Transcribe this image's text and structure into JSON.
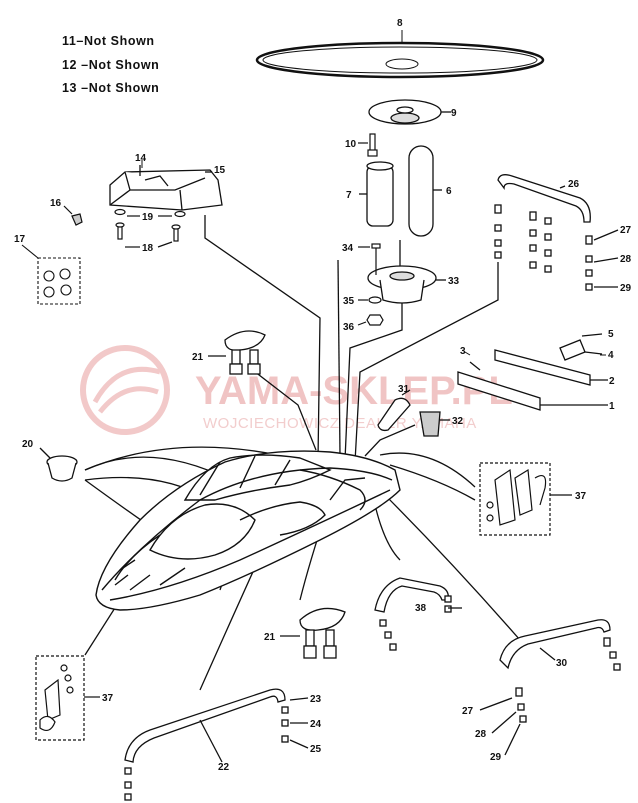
{
  "notes": [
    "11–Not Shown",
    "12 –Not Shown",
    "13 –Not Shown"
  ],
  "watermark": {
    "brand": "YAMA-SKLEP.PL",
    "subtitle": "WOJCIECHOWICZ DEALER YAMAHA"
  },
  "callouts": {
    "c1": "1",
    "c2": "2",
    "c3": "3",
    "c4": "4",
    "c5": "5",
    "c6": "6",
    "c7": "7",
    "c8": "8",
    "c9": "9",
    "c10": "10",
    "c14": "14",
    "c15": "15",
    "c16": "16",
    "c17": "17",
    "c18": "18",
    "c19": "19",
    "c20": "20",
    "c21a": "21",
    "c21b": "21",
    "c22": "22",
    "c23": "23",
    "c24": "24",
    "c25": "25",
    "c26": "26",
    "c27a": "27",
    "c27b": "27",
    "c28a": "28",
    "c28b": "28",
    "c29a": "29",
    "c29b": "29",
    "c30": "30",
    "c31": "31",
    "c32": "32",
    "c33": "33",
    "c34": "34",
    "c35": "35",
    "c36": "36",
    "c37a": "37",
    "c37b": "37",
    "c38": "38"
  }
}
